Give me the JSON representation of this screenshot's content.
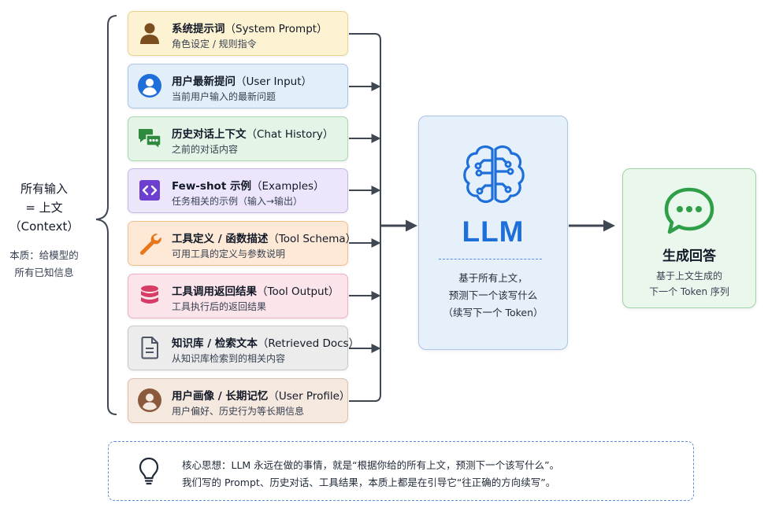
{
  "context": {
    "title_lines": [
      "所有输入",
      "= 上文",
      "（Context）"
    ],
    "subtitle_lines": [
      "本质：给模型的",
      "所有已知信息"
    ]
  },
  "inputs": [
    {
      "title": "系统提示词",
      "title_en": "（System Prompt）",
      "desc": "角色设定 / 规则指令",
      "icon": "person-icon",
      "bg": "#fdf3d2",
      "border": "#ecd38a",
      "color": "#7a4e1f"
    },
    {
      "title": "用户最新提问",
      "title_en": "（User Input）",
      "desc": "当前用户输入的最新问题",
      "icon": "user-circle-icon",
      "bg": "#e3eefb",
      "border": "#a9c6ea",
      "color": "#1e6fd9"
    },
    {
      "title": "历史对话上下文",
      "title_en": "（Chat History）",
      "desc": "之前的对话内容",
      "icon": "chat-bubbles-icon",
      "bg": "#e4f4e6",
      "border": "#a7d8ae",
      "color": "#2e8b3d"
    },
    {
      "title": "Few-shot 示例",
      "title_en": "（Examples）",
      "desc": "任务相关的示例（输入→输出）",
      "icon": "code-icon",
      "bg": "#ede6fa",
      "border": "#c7b6ee",
      "color": "#6d3fd0"
    },
    {
      "title": "工具定义 / 函数描述",
      "title_en": "（Tool Schema）",
      "desc": "可用工具的定义与参数说明",
      "icon": "wrench-icon",
      "bg": "#fde9d6",
      "border": "#f1c08f",
      "color": "#e8761a"
    },
    {
      "title": "工具调用返回结果",
      "title_en": "（Tool Output）",
      "desc": "工具执行后的返回结果",
      "icon": "database-icon",
      "bg": "#fbe4ea",
      "border": "#efb0c1",
      "color": "#d63c66"
    },
    {
      "title": "知识库 / 检索文本",
      "title_en": "（Retrieved Docs）",
      "desc": "从知识库检索到的相关内容",
      "icon": "document-icon",
      "bg": "#ececec",
      "border": "#c8c8c8",
      "color": "#4b5563"
    },
    {
      "title": "用户画像 / 长期记忆",
      "title_en": "（User Profile）",
      "desc": "用户偏好、历史行为等长期信息",
      "icon": "profile-icon",
      "bg": "#f5e8df",
      "border": "#dfbfa8",
      "color": "#8b5a3c"
    }
  ],
  "llm": {
    "title": "LLM",
    "desc_lines": [
      "基于所有上文，",
      "预测下一个该写什么",
      "（续写下一个 Token）"
    ],
    "icon": "brain-icon"
  },
  "output": {
    "title": "生成回答",
    "desc_lines": [
      "基于上文生成的",
      "下一个 Token 序列"
    ],
    "icon": "chat-icon"
  },
  "note": {
    "line1": "核心思想：LLM 永远在做的事情，就是“根据你给的所有上文，预测下一个该写什么”。",
    "line2": "我们写的 Prompt、历史对话、工具结果，本质上都是在引导它“往正确的方向续写”。",
    "icon": "lightbulb-icon"
  }
}
